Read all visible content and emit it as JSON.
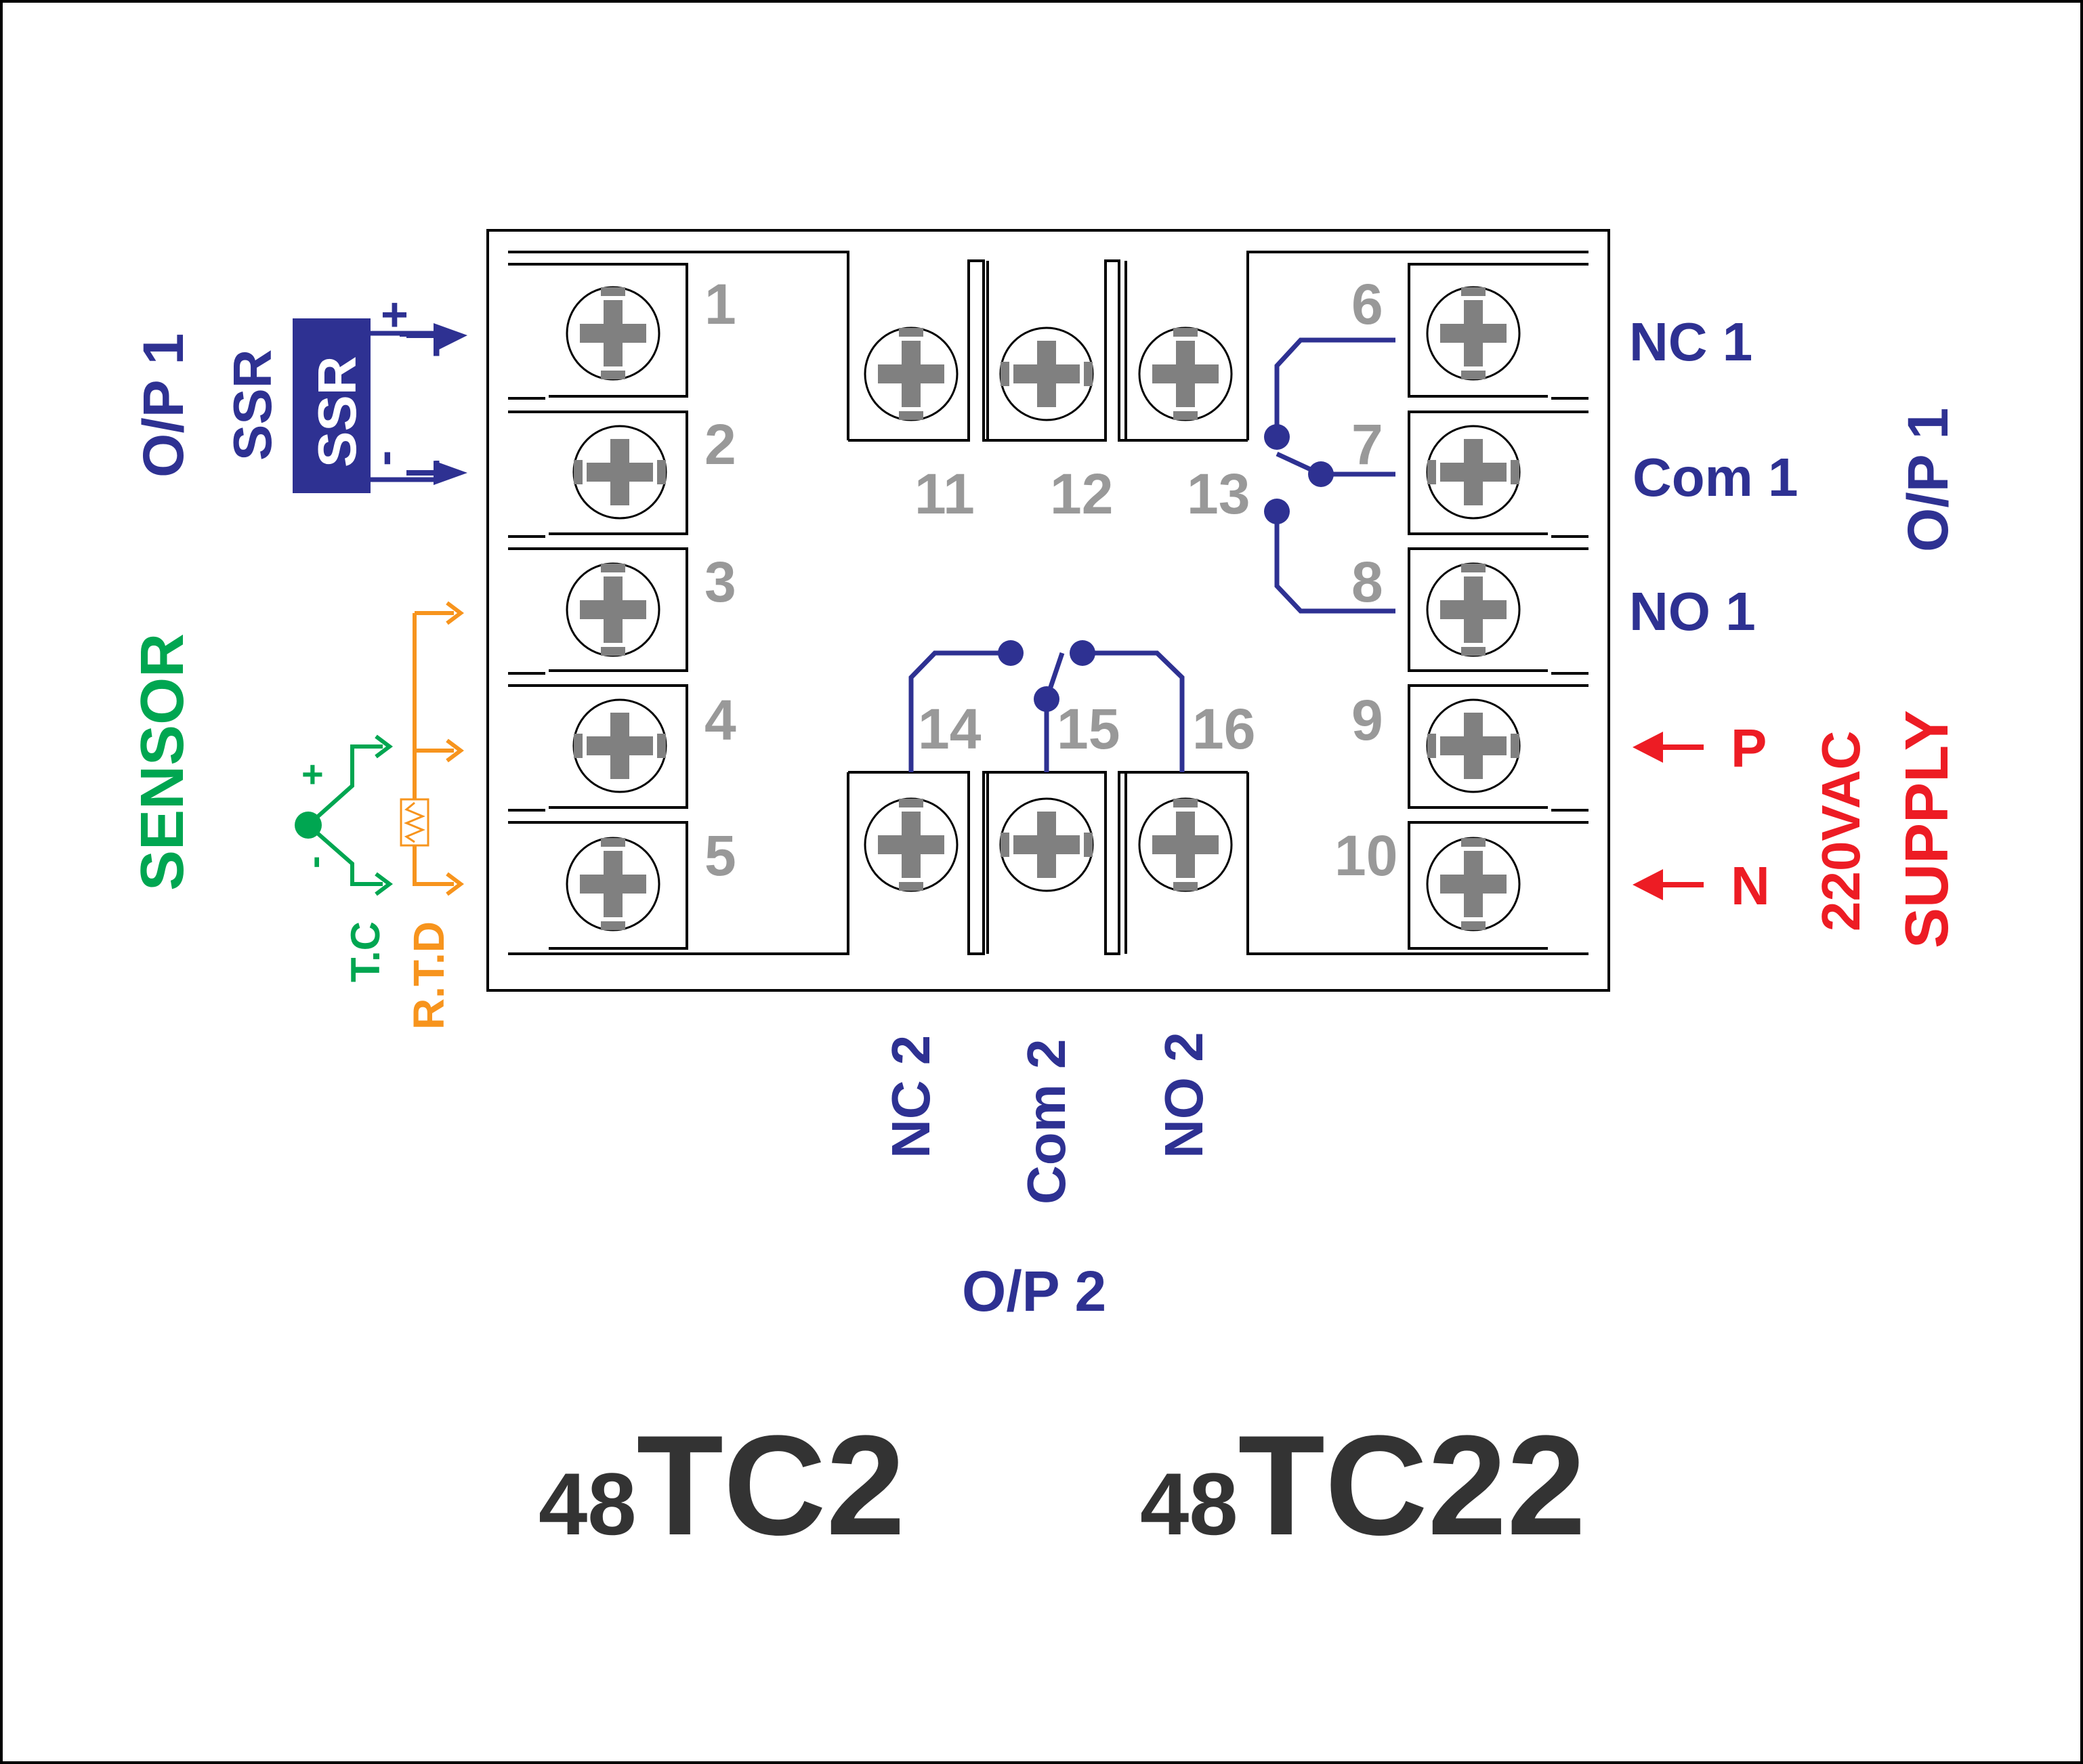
{
  "colors": {
    "relay": "#2e3192",
    "sensor": "#00a651",
    "rtd": "#f7941d",
    "supply": "#ed1c24",
    "terminal_number": "#999999",
    "screw_fill": "#808080"
  },
  "terminals": {
    "t1": "1",
    "t2": "2",
    "t3": "3",
    "t4": "4",
    "t5": "5",
    "t6": "6",
    "t7": "7",
    "t8": "8",
    "t9": "9",
    "t10": "10",
    "t11": "11",
    "t12": "12",
    "t13": "13",
    "t14": "14",
    "t15": "15",
    "t16": "16"
  },
  "output1_left": {
    "title": "O/P 1",
    "subtitle": "SSR",
    "box_label": "SSR",
    "plus": "+",
    "minus": "-"
  },
  "sensor": {
    "title": "SENSOR",
    "tc_label": "T.C",
    "rtd_label": "R.T.D",
    "plus": "+",
    "minus": "-"
  },
  "output1_right": {
    "title": "O/P 1",
    "nc": "NC 1",
    "com": "Com 1",
    "no": "NO 1"
  },
  "supply": {
    "phase": "P",
    "neutral": "N",
    "voltage": "220VAC",
    "title": "SUPPLY"
  },
  "output2": {
    "nc": "NC 2",
    "com": "Com 2",
    "no": "NO 2",
    "title": "O/P 2"
  },
  "models": {
    "m1_prefix": "48",
    "m1_name": "TC2",
    "m2_prefix": "48",
    "m2_name": "TC22"
  }
}
